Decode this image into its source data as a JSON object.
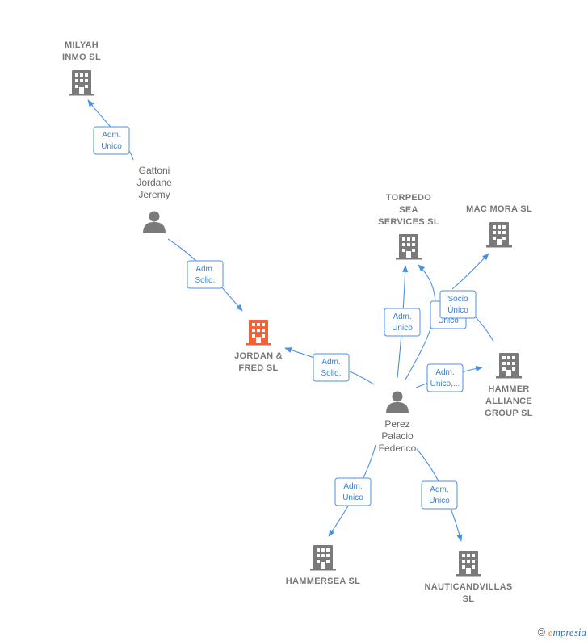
{
  "colors": {
    "edge": "#4a90e2",
    "company": "#7a7a7a",
    "focus_company": "#f0623a",
    "person": "#7a7a7a"
  },
  "nodes": [
    {
      "id": "milyah",
      "type": "company",
      "lines": [
        "MILYAH",
        "INMO  SL"
      ]
    },
    {
      "id": "gattoni",
      "type": "person",
      "lines": [
        "Gattoni",
        "Jordane",
        "Jeremy"
      ]
    },
    {
      "id": "jordan",
      "type": "company",
      "focus": true,
      "lines": [
        "JORDAN &",
        "FRED  SL"
      ]
    },
    {
      "id": "torpedo",
      "type": "company",
      "lines": [
        "TORPEDO",
        "SEA",
        "SERVICES  SL"
      ]
    },
    {
      "id": "macmora",
      "type": "company",
      "lines": [
        "MAC MORA SL"
      ]
    },
    {
      "id": "hammer",
      "type": "company",
      "lines": [
        "HAMMER",
        "ALLIANCE",
        "GROUP  SL"
      ]
    },
    {
      "id": "perez",
      "type": "person",
      "lines": [
        "Perez",
        "Palacio",
        "Federico"
      ]
    },
    {
      "id": "hammersea",
      "type": "company",
      "lines": [
        "HAMMERSEA SL"
      ]
    },
    {
      "id": "nautic",
      "type": "company",
      "lines": [
        "NAUTICANDVILLAS",
        "SL"
      ]
    }
  ],
  "edges": [
    {
      "id": "e1",
      "from": "gattoni",
      "to": "milyah",
      "label": [
        "Adm.",
        "Unico"
      ]
    },
    {
      "id": "e2",
      "from": "gattoni",
      "to": "jordan",
      "label": [
        "Adm.",
        "Solid."
      ]
    },
    {
      "id": "e3",
      "from": "perez",
      "to": "jordan",
      "label": [
        "Adm.",
        "Solid."
      ]
    },
    {
      "id": "e4",
      "from": "perez",
      "to": "torpedo",
      "label": [
        "Adm.",
        "Unico"
      ]
    },
    {
      "id": "e5",
      "from": "perez",
      "to": "torpedo",
      "label": [
        "S",
        "Unico"
      ]
    },
    {
      "id": "e6",
      "from": "hammer",
      "to": "macmora",
      "label": [
        "Socio",
        "Único"
      ]
    },
    {
      "id": "e7",
      "from": "perez",
      "to": "hammer",
      "label": [
        "Adm.",
        "Unico,..."
      ]
    },
    {
      "id": "e8",
      "from": "perez",
      "to": "hammersea",
      "label": [
        "Adm.",
        "Unico"
      ]
    },
    {
      "id": "e9",
      "from": "perez",
      "to": "nautic",
      "label": [
        "Adm.",
        "Unico"
      ]
    }
  ],
  "footer": {
    "copyright": "©",
    "brand_initial": "e",
    "brand_rest": "mpresia"
  }
}
